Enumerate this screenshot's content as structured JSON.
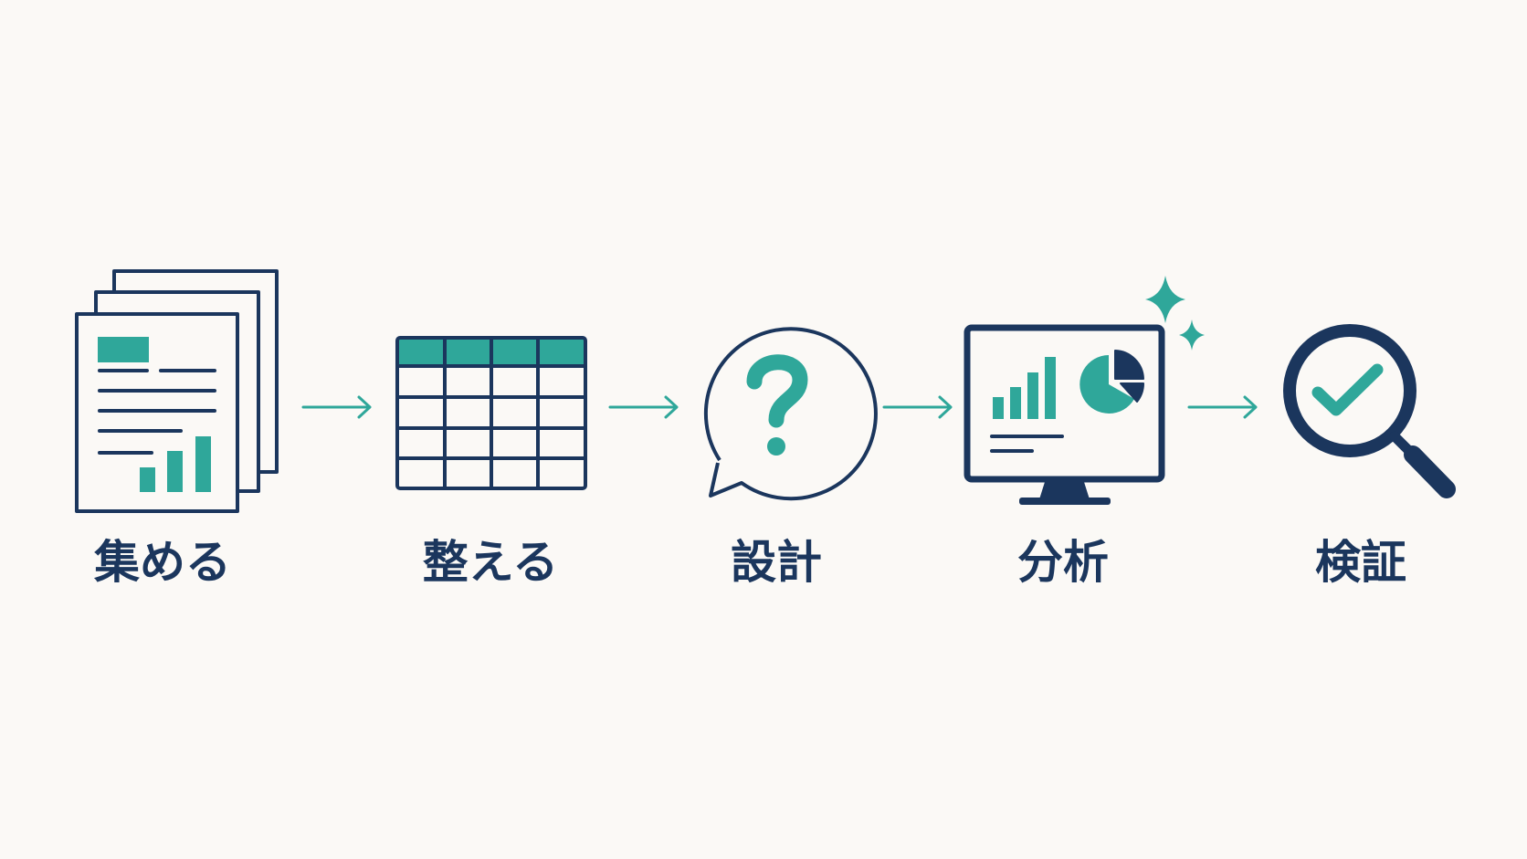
{
  "colors": {
    "background": "#fbf9f6",
    "navy": "#1b365d",
    "teal": "#2fa79a"
  },
  "steps": [
    {
      "label": "集める",
      "icon": "stacked-documents-icon"
    },
    {
      "label": "整える",
      "icon": "table-grid-icon"
    },
    {
      "label": "設計",
      "icon": "question-speech-bubble-icon"
    },
    {
      "label": "分析",
      "icon": "monitor-chart-icon"
    },
    {
      "label": "検証",
      "icon": "magnifier-check-icon"
    }
  ]
}
